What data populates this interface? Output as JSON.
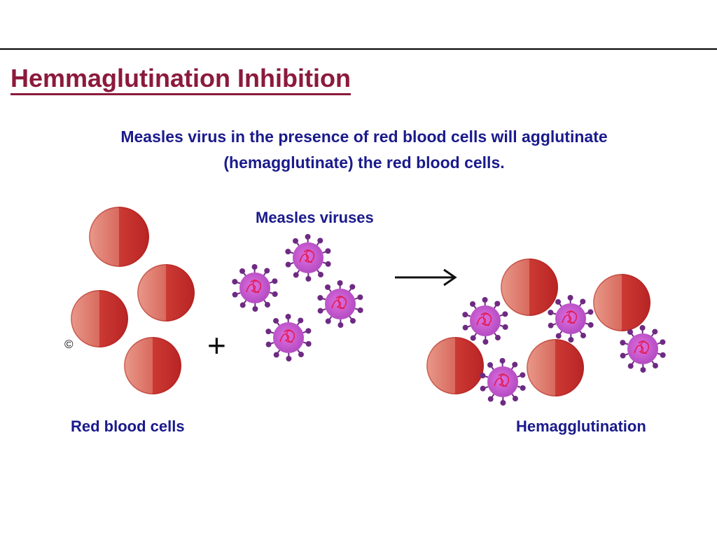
{
  "title": "Hemmaglutination Inhibition",
  "description": {
    "line1": "Measles virus in the presence of red blood cells will agglutinate",
    "line2": "(hemagglutinate)  the red blood cells."
  },
  "labels": {
    "measles_viruses": "Measles viruses",
    "red_blood_cells": "Red blood cells",
    "hemagglutination": "Hemagglutination"
  },
  "symbols": {
    "copyright": "©",
    "plus": "+",
    "arrow": "→"
  },
  "colors": {
    "title": "#8b1a3c",
    "text": "#1a1a8c",
    "cell_light": "#e08070",
    "cell_dark": "#c02a2a",
    "virus_body": "#c050c8",
    "virus_spike": "#6e2a82",
    "virus_rna": "#e0205a"
  }
}
